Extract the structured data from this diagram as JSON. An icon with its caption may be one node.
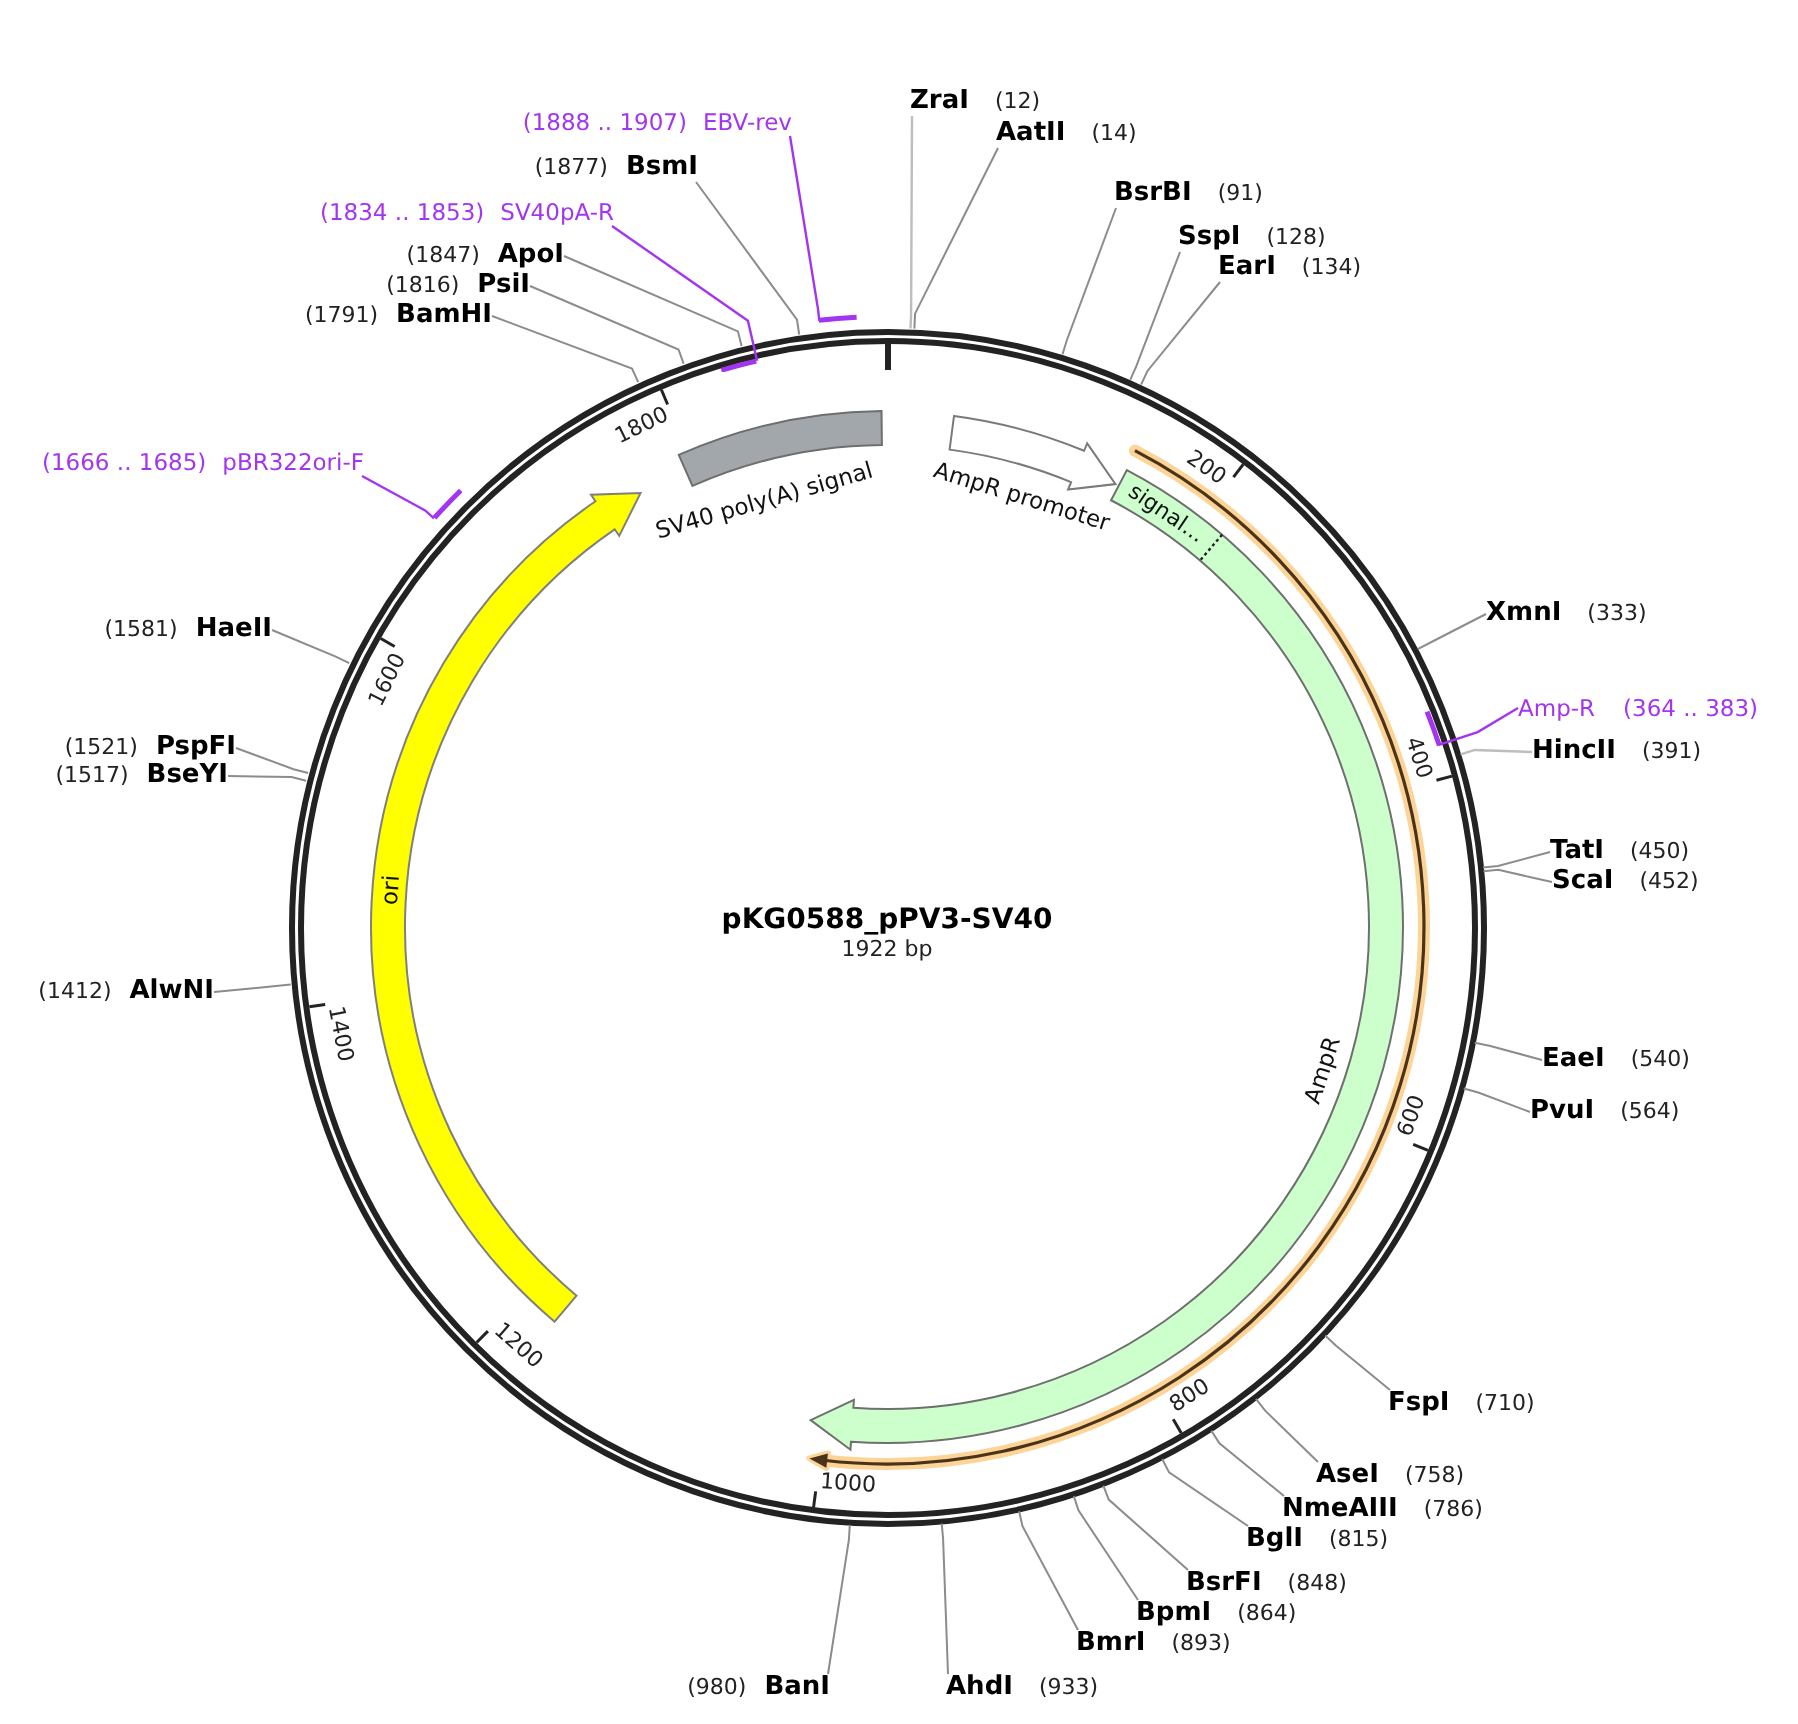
{
  "diagram": {
    "nodes": [
      {
        "text": [
          "pKG0588_pPV3-SV40",
          "1922 bp"
        ]
      },
      {
        "text": [
          "SV40 poly(A) signal"
        ],
        "in": 0
      },
      {
        "text": [
          "AmpR promoter"
        ],
        "in": 0
      },
      {
        "text": [],
        "shape": "bar"
      },
      {
        "text": [],
        "shape": "bar",
        "in": 0
      },
      {
        "text": [],
        "shape": "bar"
      },
      {
        "text": [],
        "shape": "bar",
        "in": 0
      },
      {
        "text": [
          "ZraI",
          "(12)"
        ]
      },
      {
        "text": [
          "(1888 .. 1907)",
          "EBV-rev"
        ]
      },
      {
        "text": [
          "AatII",
          "(14)"
        ]
      },
      {
        "text": [
          "(1877)",
          "BsmI"
        ]
      },
      {
        "text": [
          "BsrBI",
          "(91)"
        ]
      },
      {
        "text": [
          "(1834 .. 1853)",
          "SV40pA-R"
        ]
      },
      {
        "text": [
          "SspI",
          "(128)"
        ]
      },
      {
        "text": [
          "(1847)",
          "ApoI"
        ]
      },
      {
        "text": [
          "EarI",
          "(134)"
        ]
      },
      {
        "text": [
          "(1816)",
          "PsiI"
        ]
      },
      {
        "text": [
          "(1791)",
          "BamHI"
        ]
      },
      {
        "text": [
          "(1666 .. 1685)",
          "pBR322ori-F"
        ]
      },
      {
        "text": [
          "XmnI",
          "(333)"
        ]
      },
      {
        "text": [
          "(1581)",
          "HaeII"
        ]
      },
      {
        "text": [
          "Amp-R",
          "(364 .. 383)"
        ]
      },
      {
        "text": [
          "(1521)",
          "PspFI"
        ]
      },
      {
        "text": [
          "HincII",
          "(391)"
        ]
      },
      {
        "text": [
          "(1517)",
          "BseYI"
        ]
      },
      {
        "text": [
          "TatI",
          "(450)"
        ]
      },
      {
        "text": [
          "ScaI",
          "(452)"
        ]
      },
      {
        "text": [
          "(1412)",
          "AlwNI"
        ]
      },
      {
        "text": [
          "EaeI",
          "(540)"
        ]
      },
      {
        "text": [
          "PvuI",
          "(564)"
        ]
      },
      {
        "text": [
          "FspI",
          "(710)"
        ]
      },
      {
        "text": [
          "AseI",
          "(758)"
        ]
      },
      {
        "text": [
          "NmeAIII",
          "(786)"
        ]
      },
      {
        "text": [
          "BglI",
          "(815)"
        ]
      },
      {
        "text": [
          "BsrFI",
          "(848)"
        ]
      },
      {
        "text": [
          "BpmI",
          "(864)"
        ]
      },
      {
        "text": [
          "BmrI",
          "(893)"
        ]
      },
      {
        "text": [
          "(980)",
          "BanI"
        ]
      },
      {
        "text": [
          "AhdI",
          "(933)"
        ]
      }
    ],
    "edges": [
      {
        "from": 7,
        "to": 0,
        "arrow": "none",
        "color": "#bdbdbd"
      },
      {
        "from": 8,
        "to": 3,
        "arrow": "none",
        "color": "#a335f0"
      },
      {
        "from": 9,
        "to": 0,
        "arrow": "none"
      },
      {
        "from": 10,
        "to": 0,
        "arrow": "none"
      },
      {
        "from": 11,
        "to": 0,
        "arrow": "none"
      },
      {
        "from": 12,
        "to": 4,
        "arrow": "none",
        "color": "#a335f0"
      },
      {
        "from": 13,
        "to": 0,
        "arrow": "none"
      },
      {
        "from": 14,
        "to": 0,
        "arrow": "none"
      },
      {
        "from": 15,
        "to": 0,
        "arrow": "none"
      },
      {
        "from": 16,
        "to": 0,
        "arrow": "none"
      },
      {
        "from": 17,
        "to": 0,
        "arrow": "none"
      },
      {
        "from": 18,
        "to": 5,
        "arrow": "none",
        "color": "#a335f0"
      },
      {
        "from": 19,
        "to": 0,
        "arrow": "none"
      },
      {
        "from": 20,
        "to": 0,
        "arrow": "none"
      },
      {
        "from": 21,
        "to": 6,
        "arrow": "none",
        "color": "#a335f0"
      },
      {
        "from": 22,
        "to": 0,
        "arrow": "none"
      },
      {
        "from": 23,
        "to": 0,
        "arrow": "none",
        "color": "#bdbdbd"
      },
      {
        "from": 24,
        "to": 0,
        "arrow": "none"
      },
      {
        "from": 25,
        "to": 0,
        "arrow": "none"
      },
      {
        "from": 26,
        "to": 0,
        "arrow": "none"
      },
      {
        "from": 27,
        "to": 0,
        "arrow": "none"
      },
      {
        "from": 28,
        "to": 0,
        "arrow": "none"
      },
      {
        "from": 29,
        "to": 0,
        "arrow": "none"
      },
      {
        "from": 30,
        "to": 0,
        "arrow": "none"
      },
      {
        "from": 31,
        "to": 0,
        "arrow": "none"
      },
      {
        "from": 32,
        "to": 0,
        "arrow": "none"
      },
      {
        "from": 33,
        "to": 0,
        "arrow": "none"
      },
      {
        "from": 34,
        "to": 0,
        "arrow": "none"
      },
      {
        "from": 35,
        "to": 0,
        "arrow": "none"
      },
      {
        "from": 36,
        "to": 0,
        "arrow": "none"
      },
      {
        "from": 37,
        "to": 0,
        "arrow": "none"
      },
      {
        "from": 38,
        "to": 0,
        "arrow": "none"
      }
    ],
    "labels": [
      "signal...",
      "AmpR",
      "ori",
      "200",
      "400",
      "600",
      "800",
      "1000",
      "1200",
      "1400",
      "1600",
      "1800"
    ]
  }
}
